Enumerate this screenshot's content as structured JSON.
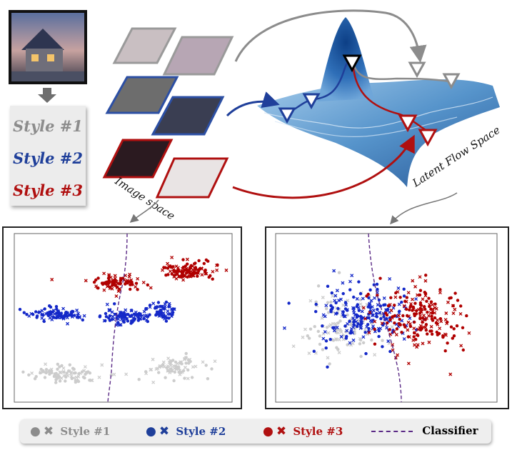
{
  "styles": [
    {
      "label": "Style #1",
      "color": "#8c8c8c"
    },
    {
      "label": "Style #2",
      "color": "#1f3f9a"
    },
    {
      "label": "Style #3",
      "color": "#b01010"
    }
  ],
  "annotations": {
    "image_space": "Image space",
    "latent_space": "Latent Flow Space"
  },
  "legend": {
    "style1": "Style #1",
    "style2": "Style #2",
    "style3": "Style #3",
    "classifier": "Classifier",
    "classifier_color": "#5b2a86"
  },
  "chart_data": [
    {
      "type": "scatter",
      "panel": "image-space",
      "series": [
        {
          "name": "Style #1",
          "color": "#cccccc",
          "clusters": [
            {
              "cx": 0.22,
              "cy": 0.84,
              "sx": 0.18,
              "sy": 0.05,
              "n": 90
            },
            {
              "cx": 0.74,
              "cy": 0.8,
              "sx": 0.13,
              "sy": 0.07,
              "n": 80
            }
          ]
        },
        {
          "name": "Style #2",
          "color": "#1428c8",
          "clusters": [
            {
              "cx": 0.18,
              "cy": 0.48,
              "sx": 0.12,
              "sy": 0.04,
              "n": 90
            },
            {
              "cx": 0.5,
              "cy": 0.49,
              "sx": 0.14,
              "sy": 0.05,
              "n": 90
            },
            {
              "cx": 0.68,
              "cy": 0.46,
              "sx": 0.07,
              "sy": 0.05,
              "n": 60
            }
          ]
        },
        {
          "name": "Style #3",
          "color": "#b00000",
          "clusters": [
            {
              "cx": 0.45,
              "cy": 0.29,
              "sx": 0.14,
              "sy": 0.05,
              "n": 90
            },
            {
              "cx": 0.8,
              "cy": 0.22,
              "sx": 0.13,
              "sy": 0.05,
              "n": 120
            }
          ]
        }
      ]
    },
    {
      "type": "scatter",
      "panel": "latent-flow-space",
      "series": [
        {
          "name": "Style #1",
          "color": "#cccccc",
          "clusters": [
            {
              "cx": 0.3,
              "cy": 0.55,
              "sx": 0.2,
              "sy": 0.2,
              "n": 110
            }
          ]
        },
        {
          "name": "Style #2",
          "color": "#1428c8",
          "clusters": [
            {
              "cx": 0.4,
              "cy": 0.48,
              "sx": 0.22,
              "sy": 0.18,
              "n": 200
            }
          ]
        },
        {
          "name": "Style #3",
          "color": "#b00000",
          "clusters": [
            {
              "cx": 0.66,
              "cy": 0.5,
              "sx": 0.2,
              "sy": 0.2,
              "n": 200
            }
          ]
        }
      ]
    }
  ]
}
